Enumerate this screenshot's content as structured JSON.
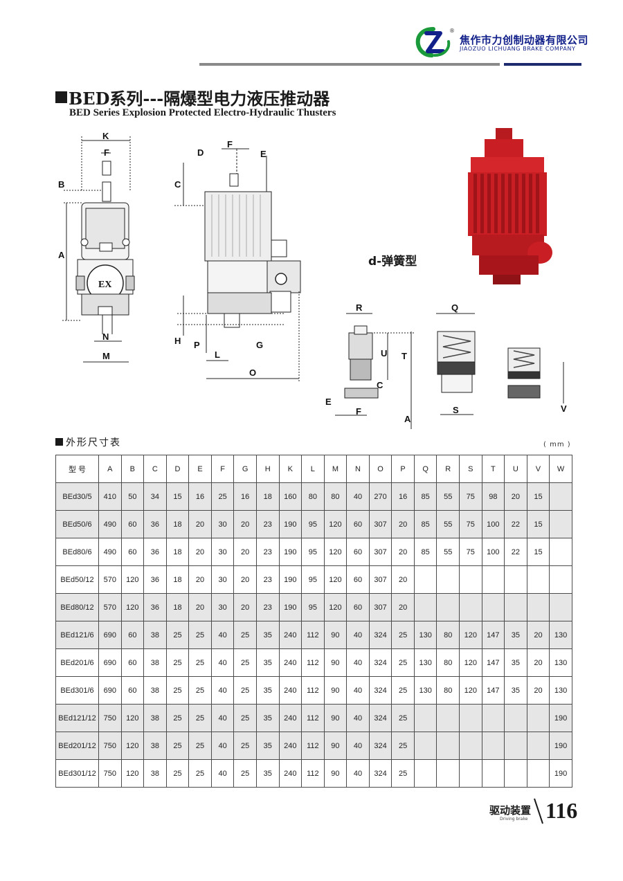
{
  "header": {
    "company_cn": "焦作市力创制动器有限公司",
    "company_en": "JIAOZUO LICHUANG BRAKE COMPANY",
    "registered_mark": "®",
    "logo_icon": "lichuang-logo-icon",
    "colors": {
      "brand_green": "#1a9a3a",
      "brand_navy": "#12208a",
      "rule_gray": "#8a8a8a"
    }
  },
  "title": {
    "cn": "BED系列---隔爆型电力液压推动器",
    "en": "BED Series Explosion Protected Electro-Hydraulic Thusters"
  },
  "drawing": {
    "variant_label": "d-弹簧型",
    "ex_mark": "EX",
    "dim_letters": {
      "K": "K",
      "F": "F",
      "B": "B",
      "A": "A",
      "N": "N",
      "M": "M",
      "D": "D",
      "E": "E",
      "C": "C",
      "H": "H",
      "P": "P",
      "L": "L",
      "G": "G",
      "O": "O",
      "R": "R",
      "U": "U",
      "T": "T",
      "Q": "Q",
      "S": "S",
      "V": "V"
    },
    "product_photo_color": "#c81e24"
  },
  "table": {
    "caption": "外形尺寸表",
    "unit": "( mm )",
    "headers": [
      "型 号",
      "A",
      "B",
      "C",
      "D",
      "E",
      "F",
      "G",
      "H",
      "K",
      "L",
      "M",
      "N",
      "O",
      "P",
      "Q",
      "R",
      "S",
      "T",
      "U",
      "V",
      "W"
    ],
    "rows": [
      [
        "BEd30/5",
        "410",
        "50",
        "34",
        "15",
        "16",
        "25",
        "16",
        "18",
        "160",
        "80",
        "80",
        "40",
        "270",
        "16",
        "85",
        "55",
        "75",
        "98",
        "20",
        "15",
        ""
      ],
      [
        "BEd50/6",
        "490",
        "60",
        "36",
        "18",
        "20",
        "30",
        "20",
        "23",
        "190",
        "95",
        "120",
        "60",
        "307",
        "20",
        "85",
        "55",
        "75",
        "100",
        "22",
        "15",
        ""
      ],
      [
        "BEd80/6",
        "490",
        "60",
        "36",
        "18",
        "20",
        "30",
        "20",
        "23",
        "190",
        "95",
        "120",
        "60",
        "307",
        "20",
        "85",
        "55",
        "75",
        "100",
        "22",
        "15",
        ""
      ],
      [
        "BEd50/12",
        "570",
        "120",
        "36",
        "18",
        "20",
        "30",
        "20",
        "23",
        "190",
        "95",
        "120",
        "60",
        "307",
        "20",
        "",
        "",
        "",
        "",
        "",
        "",
        ""
      ],
      [
        "BEd80/12",
        "570",
        "120",
        "36",
        "18",
        "20",
        "30",
        "20",
        "23",
        "190",
        "95",
        "120",
        "60",
        "307",
        "20",
        "",
        "",
        "",
        "",
        "",
        "",
        ""
      ],
      [
        "BEd121/6",
        "690",
        "60",
        "38",
        "25",
        "25",
        "40",
        "25",
        "35",
        "240",
        "112",
        "90",
        "40",
        "324",
        "25",
        "130",
        "80",
        "120",
        "147",
        "35",
        "20",
        "130"
      ],
      [
        "BEd201/6",
        "690",
        "60",
        "38",
        "25",
        "25",
        "40",
        "25",
        "35",
        "240",
        "112",
        "90",
        "40",
        "324",
        "25",
        "130",
        "80",
        "120",
        "147",
        "35",
        "20",
        "130"
      ],
      [
        "BEd301/6",
        "690",
        "60",
        "38",
        "25",
        "25",
        "40",
        "25",
        "35",
        "240",
        "112",
        "90",
        "40",
        "324",
        "25",
        "130",
        "80",
        "120",
        "147",
        "35",
        "20",
        "130"
      ],
      [
        "BEd121/12",
        "750",
        "120",
        "38",
        "25",
        "25",
        "40",
        "25",
        "35",
        "240",
        "112",
        "90",
        "40",
        "324",
        "25",
        "",
        "",
        "",
        "",
        "",
        "",
        "190"
      ],
      [
        "BEd201/12",
        "750",
        "120",
        "38",
        "25",
        "25",
        "40",
        "25",
        "35",
        "240",
        "112",
        "90",
        "40",
        "324",
        "25",
        "",
        "",
        "",
        "",
        "",
        "",
        "190"
      ],
      [
        "BEd301/12",
        "750",
        "120",
        "38",
        "25",
        "25",
        "40",
        "25",
        "35",
        "240",
        "112",
        "90",
        "40",
        "324",
        "25",
        "",
        "",
        "",
        "",
        "",
        "",
        "190"
      ]
    ],
    "shaded_rows": [
      0,
      1,
      4,
      5,
      8,
      9
    ]
  },
  "footer": {
    "section_cn": "驱动装置",
    "section_en": "Driving brake",
    "page_number": "116"
  }
}
